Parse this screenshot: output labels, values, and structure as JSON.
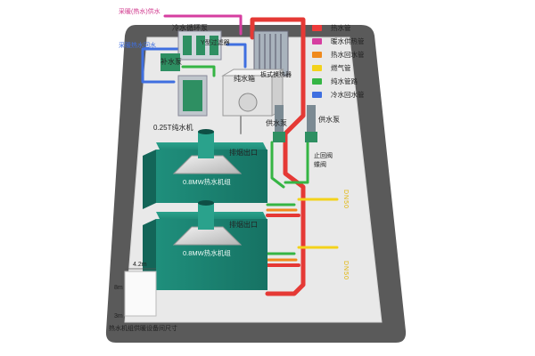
{
  "labels": {
    "heat_supply": "采暖(热水)供水",
    "heat_return": "采暖热水回水",
    "cooling_circ_pump": "冷水循环泵",
    "y_filter": "Y型过滤器",
    "makeup_pump": "补水泵",
    "pure_water_tank": "纯水箱",
    "plate_exchanger": "板式换热器",
    "pure_water_machine": "0.25T纯水机",
    "feed_pump_1": "供水泵",
    "feed_pump_2": "供水泵",
    "flue_outlet_1": "排烟出口",
    "flue_outlet_2": "排烟出口",
    "unit_1": "0.8MW热水机组",
    "unit_2": "0.8MW热水机组",
    "check_valve": "止回阀",
    "butterfly_valve": "蝶阀",
    "gas_1": "DN50",
    "gas_2": "DN50",
    "dim_width": "4.2m",
    "dim_depth": "8m",
    "dim_height": "3m",
    "caption": "热水机组供暖设备间尺寸"
  },
  "legend": [
    {
      "label": "热水管",
      "color": "#ee3b3b"
    },
    {
      "label": "暖水供热管",
      "color": "#d63ea0"
    },
    {
      "label": "热水回水管",
      "color": "#f08a1c"
    },
    {
      "label": "燃气管",
      "color": "#f3d21b"
    },
    {
      "label": "纯水管路",
      "color": "#35b544"
    },
    {
      "label": "冷水回水管",
      "color": "#3f6fe0"
    }
  ]
}
